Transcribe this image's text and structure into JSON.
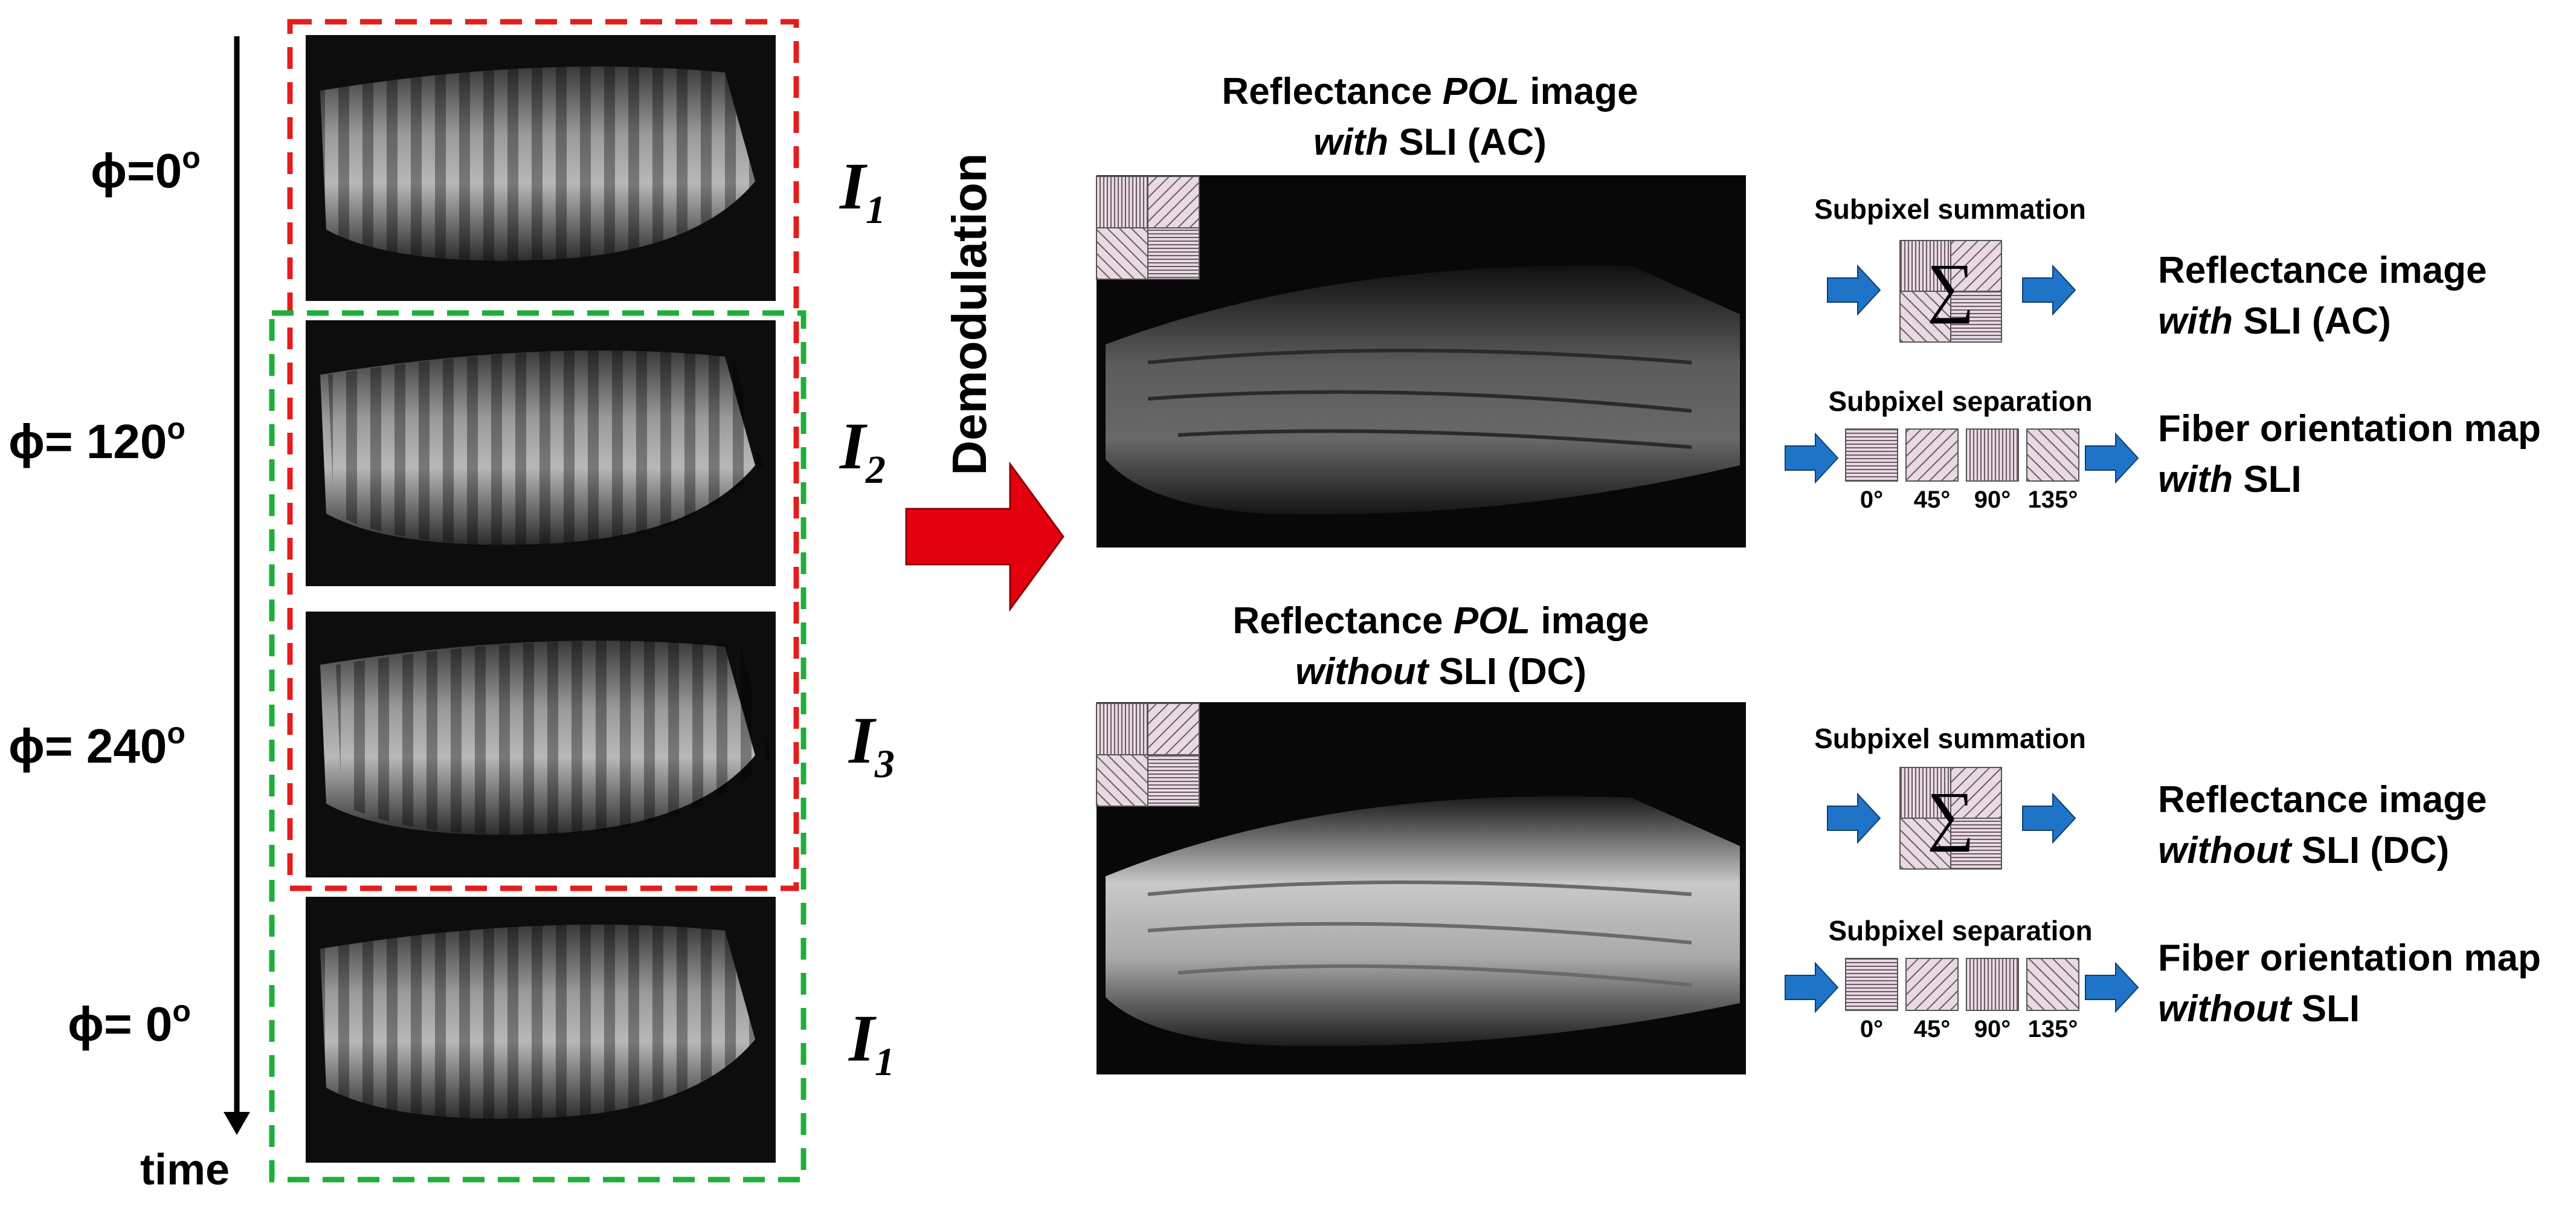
{
  "left_panel": {
    "time_label": "time",
    "phases": [
      {
        "symbol": "ϕ",
        "value": "=0",
        "unit": "o"
      },
      {
        "symbol": "ϕ",
        "value": "= 120",
        "unit": "o"
      },
      {
        "symbol": "ϕ",
        "value": "= 240",
        "unit": "o"
      },
      {
        "symbol": "ϕ",
        "value": "= 0",
        "unit": "o"
      }
    ],
    "frames": [
      {
        "label": "I",
        "sub": "1"
      },
      {
        "label": "I",
        "sub": "2"
      },
      {
        "label": "I",
        "sub": "3"
      },
      {
        "label": "I",
        "sub": "1"
      }
    ],
    "group_colors": {
      "first_triplet": "#e41d1d",
      "second_triplet": "#1fae3a"
    }
  },
  "process": {
    "label": "Demodulation",
    "arrow_color": "#e3000f"
  },
  "outputs": [
    {
      "title_line1": {
        "a": "Reflectance ",
        "b": "POL",
        "c": " image"
      },
      "title_line2": {
        "a": "with",
        "b": " SLI (AC)"
      },
      "summation_label": "Subpixel summation",
      "summation_symbol": "∑",
      "summation_result": {
        "line1": "Reflectance image",
        "line2_a": "with",
        "line2_b": " SLI (AC)"
      },
      "separation_label": "Subpixel separation",
      "angles": [
        "0°",
        "45°",
        "90°",
        "135°"
      ],
      "separation_result": {
        "line1": "Fiber orientation map",
        "line2_a": "with",
        "line2_b": " SLI"
      }
    },
    {
      "title_line1": {
        "a": "Reflectance ",
        "b": "POL",
        "c": " image"
      },
      "title_line2": {
        "a": "without",
        "b": " SLI (DC)"
      },
      "summation_label": "Subpixel summation",
      "summation_symbol": "∑",
      "summation_result": {
        "line1": "Reflectance image",
        "line2_a": "without",
        "line2_b": " SLI (DC)"
      },
      "separation_label": "Subpixel separation",
      "angles": [
        "0°",
        "45°",
        "90°",
        "135°"
      ],
      "separation_result": {
        "line1": "Fiber orientation map",
        "line2_a": "without",
        "line2_b": " SLI"
      }
    }
  ],
  "colors": {
    "flow_arrow": "#1f74c8",
    "subpixel_fill": "#e8d9e3",
    "subpixel_line": "#6b5a66"
  }
}
